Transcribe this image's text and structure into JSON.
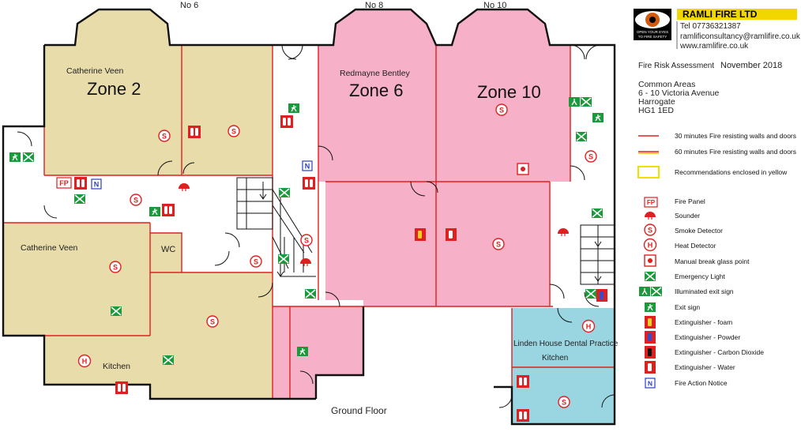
{
  "plan": {
    "house_labels": [
      "No 6",
      "No 8",
      "No 10"
    ],
    "floor_label": "Ground Floor",
    "zones": [
      "Zone 2",
      "Zone 6",
      "Zone 10"
    ],
    "rooms": {
      "catherine_top": "Catherine Veen",
      "catherine_bottom": "Catherine Veen",
      "redmayne": "Redmayne Bentley",
      "wc": "WC",
      "kitchen_left": "Kitchen",
      "dental": "Linden House Dental Practice",
      "kitchen_right": "Kitchen"
    },
    "symbol_letters": {
      "fire_panel": "FP",
      "notice": "N",
      "heat": "H",
      "smoke": "S"
    },
    "colors": {
      "tan": "#e8dcaa",
      "pink": "#f6b0c8",
      "blue": "#9ad6e2",
      "wall_red": "#e02020",
      "wall_black": "#111111",
      "green_sym": "#1a9a3a"
    }
  },
  "company": {
    "name": "RAMLI FIRE LTD",
    "phone": "Tel 07736321387",
    "email": "ramlificonsultancy@ramlifire.co.uk",
    "web": "www.ramlifire.co.uk",
    "logo_text_1": "OPEN YOUR EYES",
    "logo_text_2": "TO FIRE SAFETY"
  },
  "assessment": {
    "title": "Fire Risk Assessment",
    "date": "November 2018",
    "address_lines": [
      "Common Areas",
      "6 - 10 Victoria Avenue",
      "Harrogate",
      "HG1 1ED"
    ]
  },
  "legend": [
    {
      "key": "wall30",
      "label": "30 minutes Fire resisting walls and doors"
    },
    {
      "key": "wall60",
      "label": "60 minutes Fire resisting walls and doors"
    },
    {
      "key": "recommend",
      "label": "Recommendations enclosed in yellow"
    },
    {
      "key": "panel",
      "label": "Fire Panel"
    },
    {
      "key": "sounder",
      "label": "Sounder"
    },
    {
      "key": "smoke",
      "label": "Smoke Detector"
    },
    {
      "key": "heat",
      "label": "Heat Detector"
    },
    {
      "key": "mcp",
      "label": "Manual break glass point"
    },
    {
      "key": "elight",
      "label": "Emergency Light"
    },
    {
      "key": "illexit",
      "label": "Illuminated exit sign"
    },
    {
      "key": "exit",
      "label": "Exit sign"
    },
    {
      "key": "foam",
      "label": "Extinguisher - foam"
    },
    {
      "key": "powder",
      "label": "Extinguisher - Powder"
    },
    {
      "key": "co2",
      "label": "Extinguisher - Carbon Dioxide"
    },
    {
      "key": "water",
      "label": "Extinguisher - Water"
    },
    {
      "key": "notice",
      "label": "Fire Action Notice"
    }
  ]
}
